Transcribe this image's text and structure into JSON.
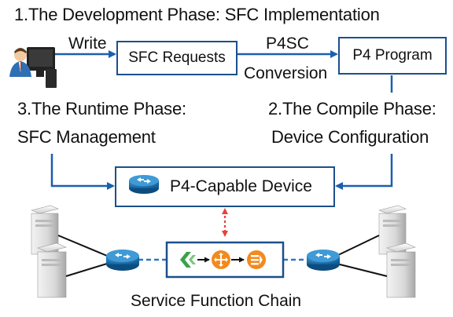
{
  "phases": {
    "development": "1.The Development Phase: SFC Implementation",
    "runtime_line1": "3.The Runtime Phase:",
    "runtime_line2": "SFC Management",
    "compile_line1": "2.The Compile Phase:",
    "compile_line2": "Device Configuration"
  },
  "flow": {
    "write_label": "Write",
    "sfc_requests": "SFC Requests",
    "p4sc_label": "P4SC",
    "conversion_label": "Conversion",
    "p4_program": "P4 Program",
    "device_label": "P4-Capable Device",
    "chain_label": "Service Function Chain"
  },
  "icons": {
    "user": "user-at-computer-icon",
    "router": "router-icon",
    "server": "server-icon",
    "nf_a": "green-chevron-nf-icon",
    "nf_b": "orange-cross-nf-icon",
    "nf_c": "orange-list-nf-icon"
  },
  "colors": {
    "arrow_blue": "#1b5fae",
    "box_border": "#1b4f8c",
    "dashed_red": "#e8413c",
    "link_blue": "#2e77c4",
    "nf_orange": "#f28a1e",
    "nf_green": "#3aa24a"
  }
}
